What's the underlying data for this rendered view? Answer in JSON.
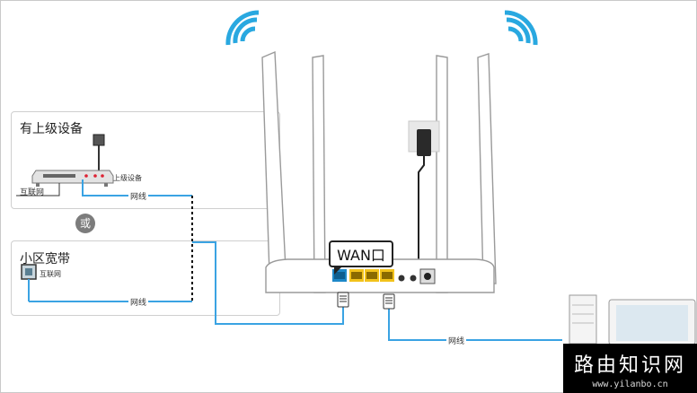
{
  "panels": {
    "upstream": {
      "title": "有上级设备",
      "device_label": "上级设备",
      "internet_label": "互联网",
      "cable_label": "网线"
    },
    "community": {
      "title": "小区宽带",
      "internet_label": "互联网",
      "cable_label": "网线"
    }
  },
  "or_label": "或",
  "router": {
    "wan_port_label": "WAN口"
  },
  "pc_cable_label": "网线",
  "watermark": {
    "brand": "路由知识网",
    "url": "www.yilanbo.cn"
  },
  "colors": {
    "wifi": "#29a8e0",
    "cable": "#3aa3e3",
    "wan_port": "#1e88c8",
    "lan_ports": "#f2c21b"
  }
}
